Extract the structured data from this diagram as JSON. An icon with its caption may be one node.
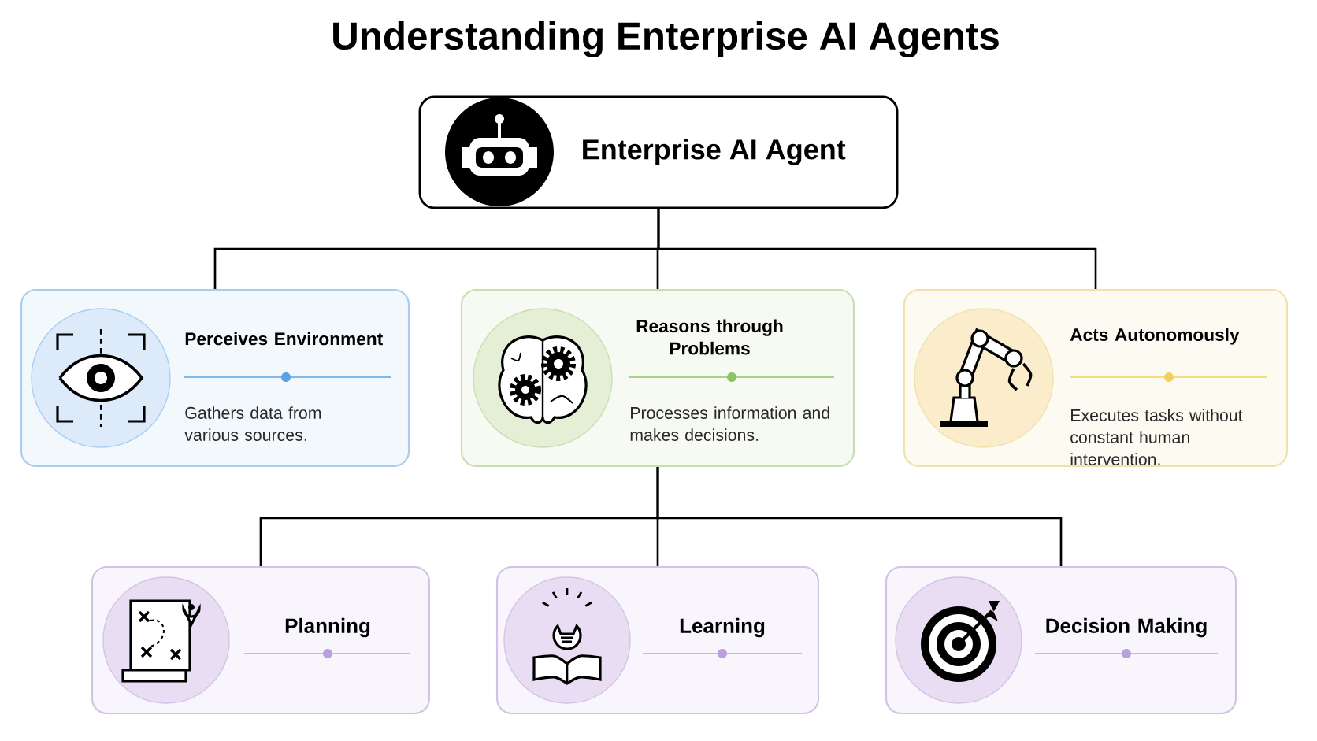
{
  "diagram": {
    "title": "Understanding Enterprise AI Agents",
    "nodes": [
      {
        "text": [
          "Enterprise AI Agent"
        ]
      },
      {
        "text": [
          "Perceives Environment",
          "Gathers data from various sources."
        ]
      },
      {
        "text": [
          "Reasons through Problems",
          "Processes information and makes decisions."
        ]
      },
      {
        "text": [
          "Acts Autonomously",
          "Executes tasks without constant human intervention."
        ]
      },
      {
        "text": [
          "Planning"
        ]
      },
      {
        "text": [
          "Learning"
        ]
      },
      {
        "text": [
          "Decision Making"
        ]
      }
    ],
    "edges": [
      {
        "from": 0,
        "to": 1,
        "arrow": "none"
      },
      {
        "from": 0,
        "to": 2,
        "arrow": "none"
      },
      {
        "from": 0,
        "to": 3,
        "arrow": "none"
      },
      {
        "from": 2,
        "to": 4,
        "arrow": "none"
      },
      {
        "from": 2,
        "to": 5,
        "arrow": "none"
      },
      {
        "from": 2,
        "to": 6,
        "arrow": "none"
      }
    ]
  }
}
